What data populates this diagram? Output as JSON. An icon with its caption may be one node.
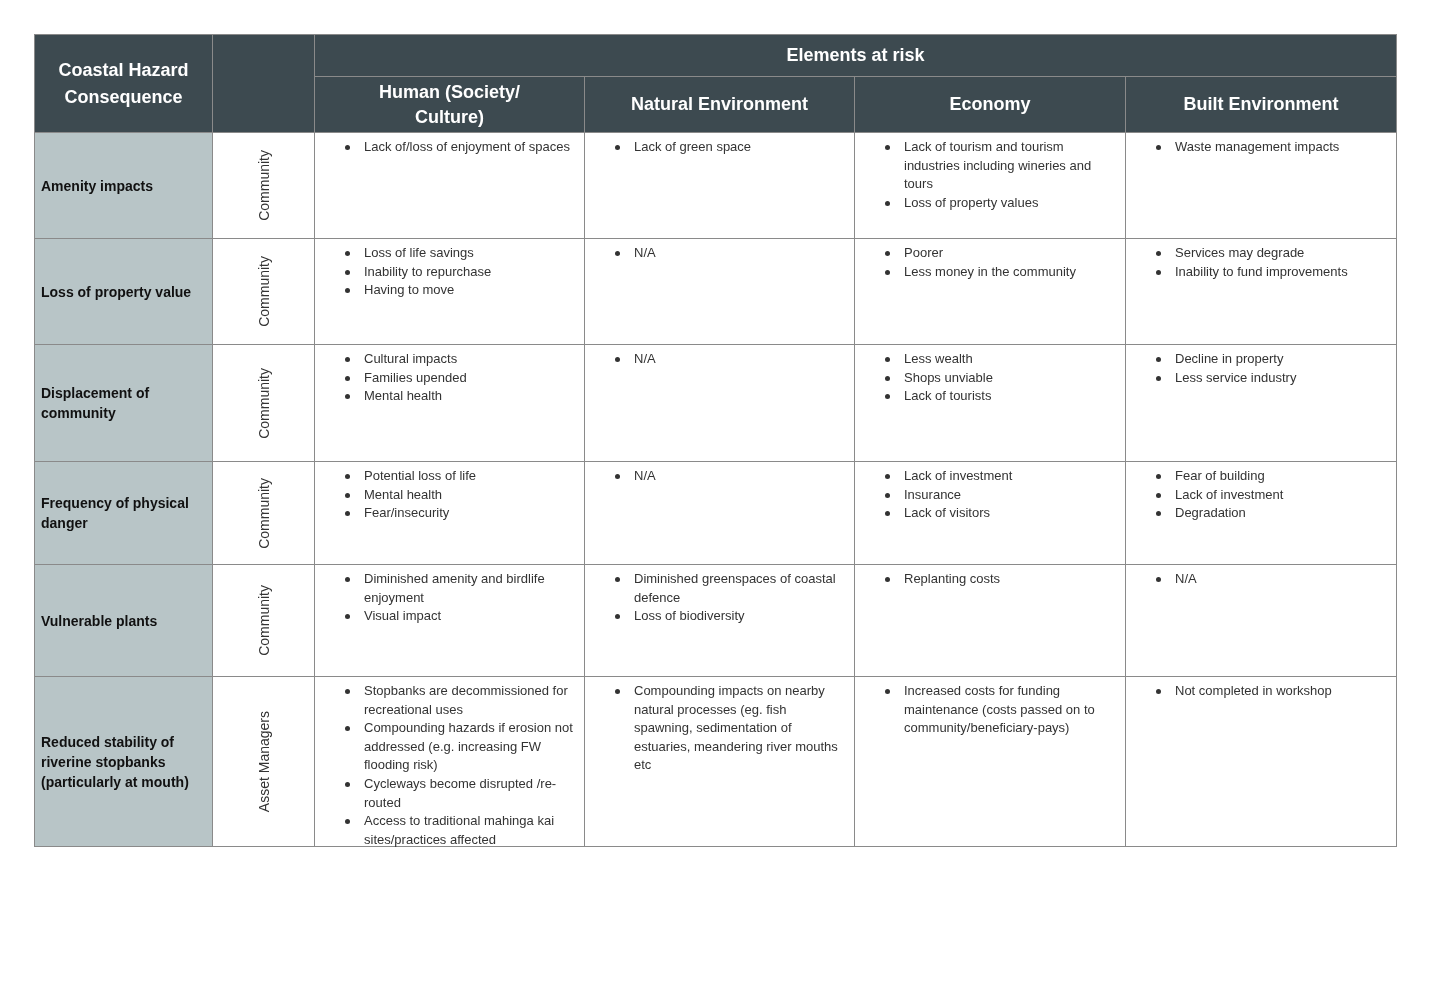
{
  "diagram": {
    "labels": [
      "Coastal Hazard Consequence",
      "Elements at risk",
      "Human (Society/ Culture)",
      "Natural Environment",
      "Economy",
      "Built Environment",
      "Amenity impacts",
      "Community",
      "Lack of/loss of enjoyment of spaces",
      "Lack of green space",
      "Lack of tourism and tourism industries including wineries and tours",
      "Loss of property values",
      "Waste management impacts",
      "Loss of property value",
      "Community",
      "Loss of life savings",
      "Inability to repurchase",
      "Having to move",
      "N/A",
      "Poorer",
      "Less money in the community",
      "Services may degrade",
      "Inability to fund improvements",
      "Displacement of community",
      "Community",
      "Cultural impacts",
      "Families upended",
      "Mental health",
      "N/A",
      "Less wealth",
      "Shops unviable",
      "Lack of tourists",
      "Decline in property",
      "Less service industry",
      "Frequency of physical danger",
      "Community",
      "Potential loss of life",
      "Mental health",
      "Fear/insecurity",
      "N/A",
      "Lack of investment",
      "Insurance",
      "Lack of visitors",
      "Fear of building",
      "Lack of investment",
      "Degradation",
      "Vulnerable plants",
      "Community",
      "Diminished amenity and birdlife enjoyment",
      "Visual impact",
      "Diminished greenspaces of coastal defence",
      "Loss of biodiversity",
      "Replanting costs",
      "N/A",
      "Reduced stability of riverine stopbanks (particularly at mouth)",
      "Asset Managers",
      "Stopbanks are decommissioned for recreational uses",
      "Compounding hazards if erosion not addressed (e.g. increasing FW flooding risk)",
      "Cycleways become disrupted /re-routed",
      "Access to traditional mahinga kai sites/practices affected",
      "Compounding impacts on nearby natural processes (eg. fish spawning, sedimentation of estuaries, meandering river mouths etc",
      "Increased costs for funding maintenance (costs passed on to community/beneficiary-pays)",
      "Not completed in workshop"
    ]
  }
}
